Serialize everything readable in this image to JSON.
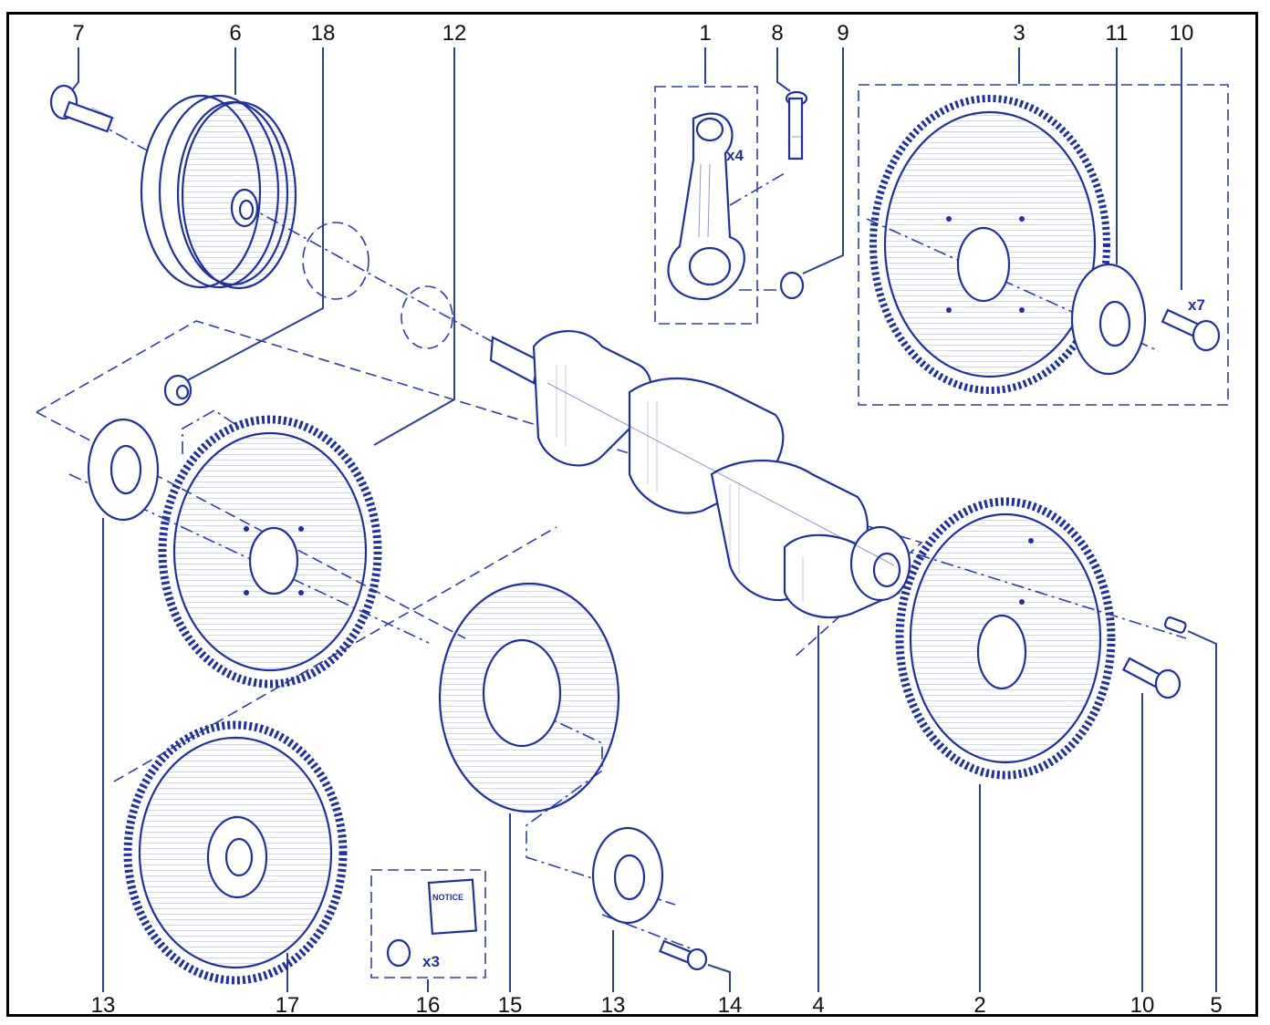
{
  "callouts": [
    "1",
    "2",
    "3",
    "4",
    "5",
    "6",
    "7",
    "8",
    "9",
    "10",
    "11",
    "12",
    "13",
    "14",
    "15",
    "16",
    "17",
    "18"
  ],
  "quantities": {
    "conrod": "x4",
    "bolts": "x7",
    "nuts": "x3"
  },
  "notice_label": "NOTICE",
  "labels_top": {
    "c7": "7",
    "c6": "6",
    "c18": "18",
    "c12": "12",
    "c1": "1",
    "c8": "8",
    "c9": "9",
    "c3": "3",
    "c11": "11",
    "c10a": "10"
  },
  "labels_bottom": {
    "c13a": "13",
    "c17": "17",
    "c16": "16",
    "c15": "15",
    "c13b": "13",
    "c14": "14",
    "c4": "4",
    "c2": "2",
    "c10b": "10",
    "c5": "5"
  },
  "colors": {
    "ink": "#1f2fa8",
    "text": "#111111",
    "border": "#000000"
  }
}
